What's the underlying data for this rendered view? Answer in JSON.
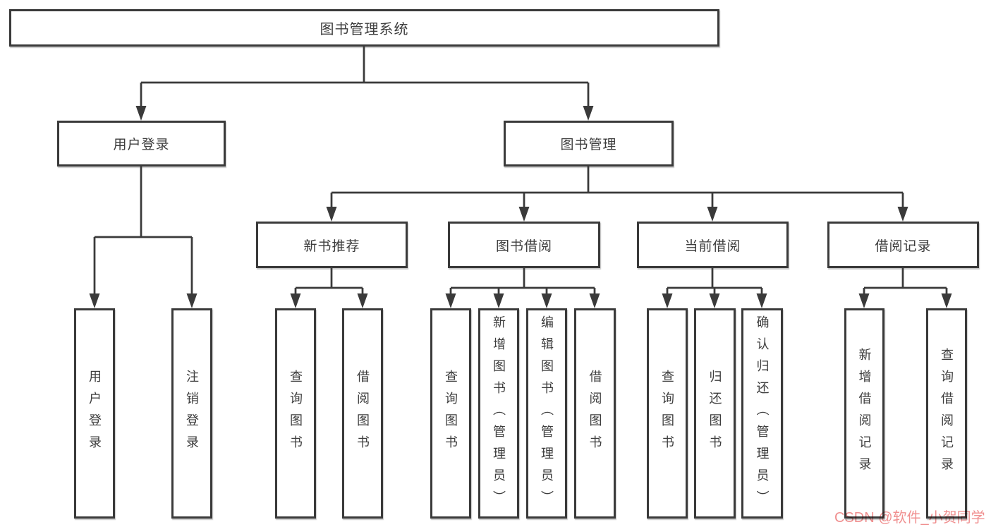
{
  "diagram": {
    "root": {
      "label": "图书管理系统"
    },
    "level2": {
      "user_login": {
        "label": "用户登录"
      },
      "book_mgmt": {
        "label": "图书管理"
      }
    },
    "level3": {
      "new_book_rec": {
        "label": "新书推荐"
      },
      "book_borrow": {
        "label": "图书借阅"
      },
      "current_borrow": {
        "label": "当前借阅"
      },
      "borrow_record": {
        "label": "借阅记录"
      }
    },
    "leaves": {
      "user_login_leaf": {
        "label": "用户登录"
      },
      "logout": {
        "label": "注销登录"
      },
      "rec_query_book": {
        "label": "查询图书"
      },
      "rec_borrow_book": {
        "label": "借阅图书"
      },
      "bb_query_book": {
        "label": "查询图书"
      },
      "bb_add_book": {
        "label": "新增图书（管理员）"
      },
      "bb_edit_book": {
        "label": "编辑图书（管理员）"
      },
      "bb_borrow_book": {
        "label": "借阅图书"
      },
      "cb_query_book": {
        "label": "查询图书"
      },
      "cb_return_book": {
        "label": "归还图书"
      },
      "cb_confirm_return": {
        "label": "确认归还（管理员）"
      },
      "br_add_record": {
        "label": "新增借阅记录"
      },
      "br_query_record": {
        "label": "查询借阅记录"
      }
    }
  },
  "watermark": {
    "text": "CSDN @软件_小贺同学",
    "color": "#f09090"
  },
  "colors": {
    "line": "#3a3a3a",
    "text": "#3d3d3d",
    "background": "#ffffff"
  }
}
